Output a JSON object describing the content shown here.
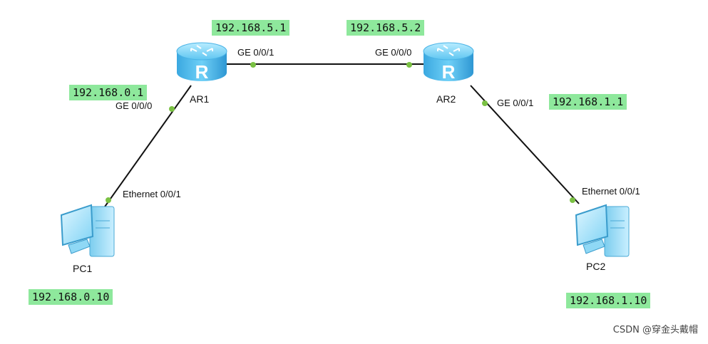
{
  "devices": {
    "ar1": {
      "name": "AR1",
      "icon": "router-icon"
    },
    "ar2": {
      "name": "AR2",
      "icon": "router-icon"
    },
    "pc1": {
      "name": "PC1",
      "icon": "pc-icon"
    },
    "pc2": {
      "name": "PC2",
      "icon": "pc-icon"
    }
  },
  "interfaces": {
    "ar1_ge001": "GE 0/0/1",
    "ar1_ge000": "GE 0/0/0",
    "ar2_ge000": "GE 0/0/0",
    "ar2_ge001": "GE 0/0/1",
    "pc1_eth": "Ethernet 0/0/1",
    "pc2_eth": "Ethernet 0/0/1"
  },
  "ip_addresses": {
    "ar1_ge001": "192.168.5.1",
    "ar2_ge000": "192.168.5.2",
    "ar1_ge000": "192.168.0.1",
    "ar2_ge001": "192.168.1.1",
    "pc1": "192.168.0.10",
    "pc2": "192.168.1.10"
  },
  "links": [
    {
      "from": "AR1 GE 0/0/1",
      "to": "AR2 GE 0/0/0"
    },
    {
      "from": "AR1 GE 0/0/0",
      "to": "PC1 Ethernet 0/0/1"
    },
    {
      "from": "AR2 GE 0/0/1",
      "to": "PC2 Ethernet 0/0/1"
    }
  ],
  "colors": {
    "ip_label_bg": "#8ee89c",
    "port_dot": "#7ac143",
    "link": "#111111",
    "router_body": "#5bc0ee"
  },
  "watermark": "CSDN @穿金头戴帽"
}
